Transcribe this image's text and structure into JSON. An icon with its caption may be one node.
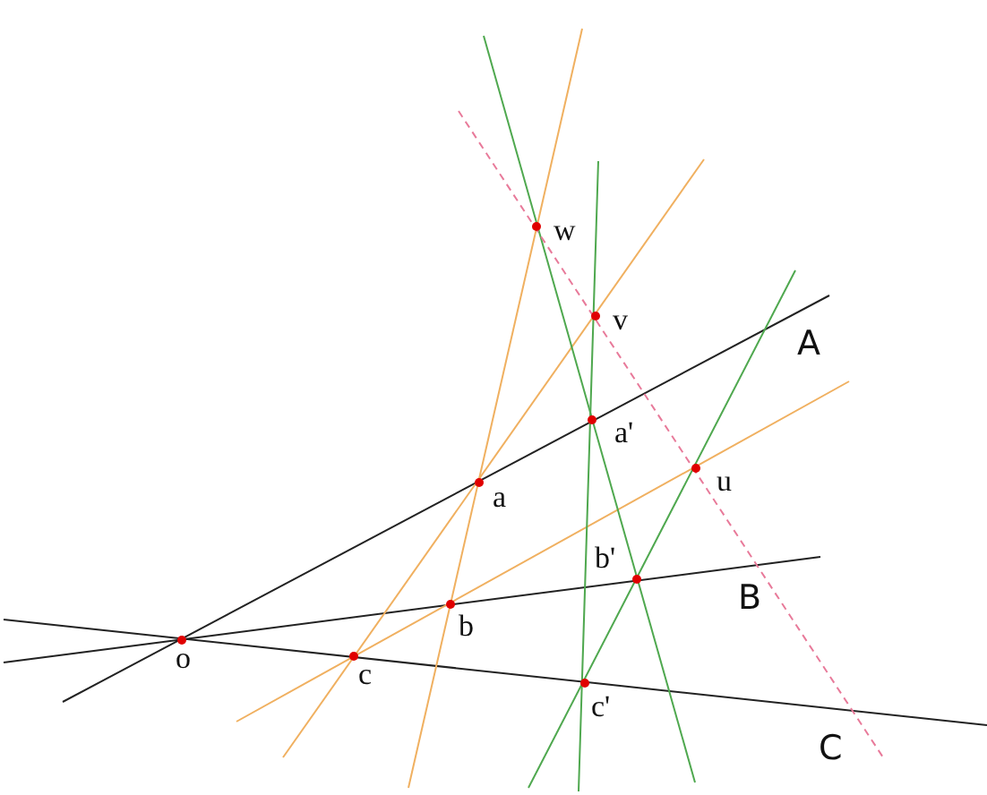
{
  "diagram": {
    "nodes": [
      {
        "text": [
          "w"
        ]
      },
      {
        "text": [
          "v"
        ]
      },
      {
        "text": [
          "a'"
        ]
      },
      {
        "text": [
          "u"
        ]
      },
      {
        "text": [
          "a"
        ]
      },
      {
        "text": [
          "b'"
        ]
      },
      {
        "text": [
          "b"
        ]
      },
      {
        "text": [
          "o"
        ]
      },
      {
        "text": [
          "c"
        ]
      },
      {
        "text": [
          "c'"
        ]
      }
    ],
    "labels": [
      "A",
      "B",
      "C"
    ]
  }
}
